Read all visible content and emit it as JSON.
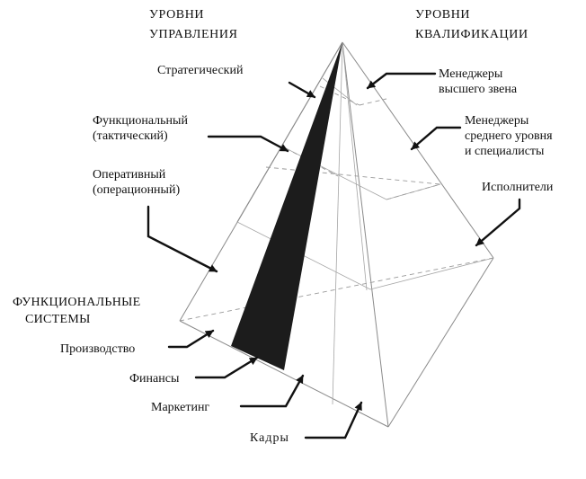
{
  "headers": {
    "management": [
      "УРОВНИ",
      "УПРАВЛЕНИЯ"
    ],
    "qualification": [
      "УРОВНИ",
      "КВАЛИФИКАЦИИ"
    ],
    "functional_systems": [
      "ФУНКЦИОНАЛЬНЫЕ",
      "СИСТЕМЫ"
    ]
  },
  "management_levels": {
    "strategic": "Стратегический",
    "functional": [
      "Функциональный",
      "(тактический)"
    ],
    "operative": [
      "Оперативный",
      "(операционный)"
    ]
  },
  "qualification_levels": {
    "top_managers": [
      "Менеджеры",
      "высшего звена"
    ],
    "middle_managers": [
      "Менеджеры",
      "среднего уровня",
      "и специалисты"
    ],
    "executors": "Исполнители"
  },
  "functional_systems": {
    "production": "Производство",
    "finance": "Финансы",
    "marketing": "Маркетинг",
    "personnel": "Кадры"
  },
  "colors": {
    "line": "#8a8a8a",
    "dashed": "#9a9a9a",
    "wedge": "#1c1c1c",
    "arrow": "#111111",
    "text": "#111111"
  }
}
